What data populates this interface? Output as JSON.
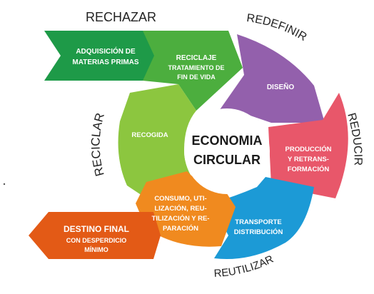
{
  "center": {
    "line1": "ECONOMIA",
    "line2": "CIRCULAR"
  },
  "outer_labels": {
    "rechazar": "RECHAZAR",
    "redefinir": "REDEFINIR",
    "reducir": "REDUCIR",
    "reutilizar": "REUTILIZAR",
    "reciclar": "RECICLAR"
  },
  "segments": {
    "adquisicion": {
      "lines": [
        "ADQUISICIÓN DE",
        "MATERIAS PRIMAS"
      ],
      "color": "#1e9a48"
    },
    "reciclaje": {
      "lines": [
        "RECICLAJE",
        "TRATAMIENTO DE",
        "FIN DE VIDA"
      ],
      "color": "#4cae3e"
    },
    "diseno": {
      "lines": [
        "DISEÑO"
      ],
      "color": "#9360ac"
    },
    "produccion": {
      "lines": [
        "PRODUCCIÓN",
        "Y RETRANS-",
        "FORMACIÓN"
      ],
      "color": "#e8576a"
    },
    "transporte": {
      "lines": [
        "TRANSPORTE",
        "DISTRIBUCIÓN"
      ],
      "color": "#1c9ad6"
    },
    "consumo": {
      "lines": [
        "CONSUMO, UTI-",
        "LIZACIÓN, REU-",
        "TILIZACIÓN Y RE-",
        "PARACIÓN"
      ],
      "color": "#f08a1f"
    },
    "recogida": {
      "lines": [
        "RECOGIDA"
      ],
      "color": "#8cc63f"
    },
    "destino": {
      "lines": [
        "DESTINO FINAL",
        "CON DESPERDICIO",
        "MÍNIMO"
      ],
      "color": "#e35a16"
    }
  }
}
